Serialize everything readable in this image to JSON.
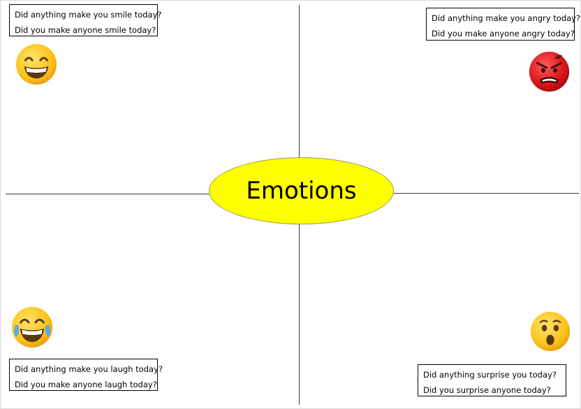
{
  "title": "Emotions",
  "colors": {
    "ellipse_fill": "#ffff00",
    "line": "#3a3a3a",
    "emoji_yellow": "#fcc21b",
    "emoji_red": "#d7141a"
  },
  "quadrants": {
    "top_left": {
      "icon": "grinning-face-icon",
      "q1": "Did anything make you smile today?",
      "q2": "Did you make anyone smile today?"
    },
    "top_right": {
      "icon": "angry-face-icon",
      "q1": "Did anything make you angry today?",
      "q2": "Did you make anyone angry today?"
    },
    "bottom_left": {
      "icon": "tears-of-joy-face-icon",
      "q1": "Did anything make you laugh today?",
      "q2": "Did you make anyone laugh today?"
    },
    "bottom_right": {
      "icon": "surprised-face-icon",
      "q1": "Did anything surprise you today?",
      "q2": "Did you surprise anyone today?"
    }
  }
}
